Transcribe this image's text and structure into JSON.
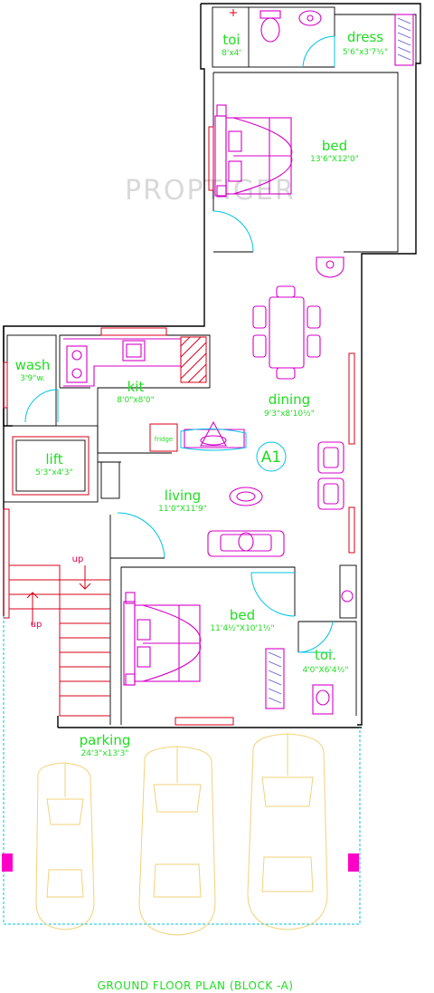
{
  "rooms": {
    "toi_top": {
      "name": "toi",
      "dim": "8'x4'"
    },
    "dress": {
      "name": "dress",
      "dim": "5'6\"x3'7½\""
    },
    "bed_top": {
      "name": "bed",
      "dim": "13'6\"X12'0\""
    },
    "dining": {
      "name": "dining",
      "dim": "9'3\"x8'10½\""
    },
    "wash": {
      "name": "wash",
      "dim": "3'9\"w."
    },
    "kit": {
      "name": "kit",
      "dim": "8'0\"x8'0\""
    },
    "lift": {
      "name": "lift",
      "dim": "5'3\"x4'3\""
    },
    "living": {
      "name": "living",
      "dim": "11'0\"X11'9\""
    },
    "bed_bottom": {
      "name": "bed",
      "dim": "11'4½\"X10'1½\""
    },
    "toi_bottom": {
      "name": "toi.",
      "dim": "4'0\"X6'4½\""
    },
    "parking": {
      "name": "parking",
      "dim": "24'3\"x13'3\""
    }
  },
  "labels": {
    "fridge": "fridge",
    "unit": "A1",
    "stair_up_1": "up",
    "stair_up_2": "up",
    "watermark": "PROPTIGER"
  },
  "caption": "GROUND FLOOR PLAN (BLOCK -A)",
  "colors": {
    "wall": "#000000",
    "label": "#1fdd1f",
    "furniture": "#d400c8",
    "door_swing": "#00c3e3",
    "car": "#f2d27a",
    "stair": "#d8001a"
  }
}
